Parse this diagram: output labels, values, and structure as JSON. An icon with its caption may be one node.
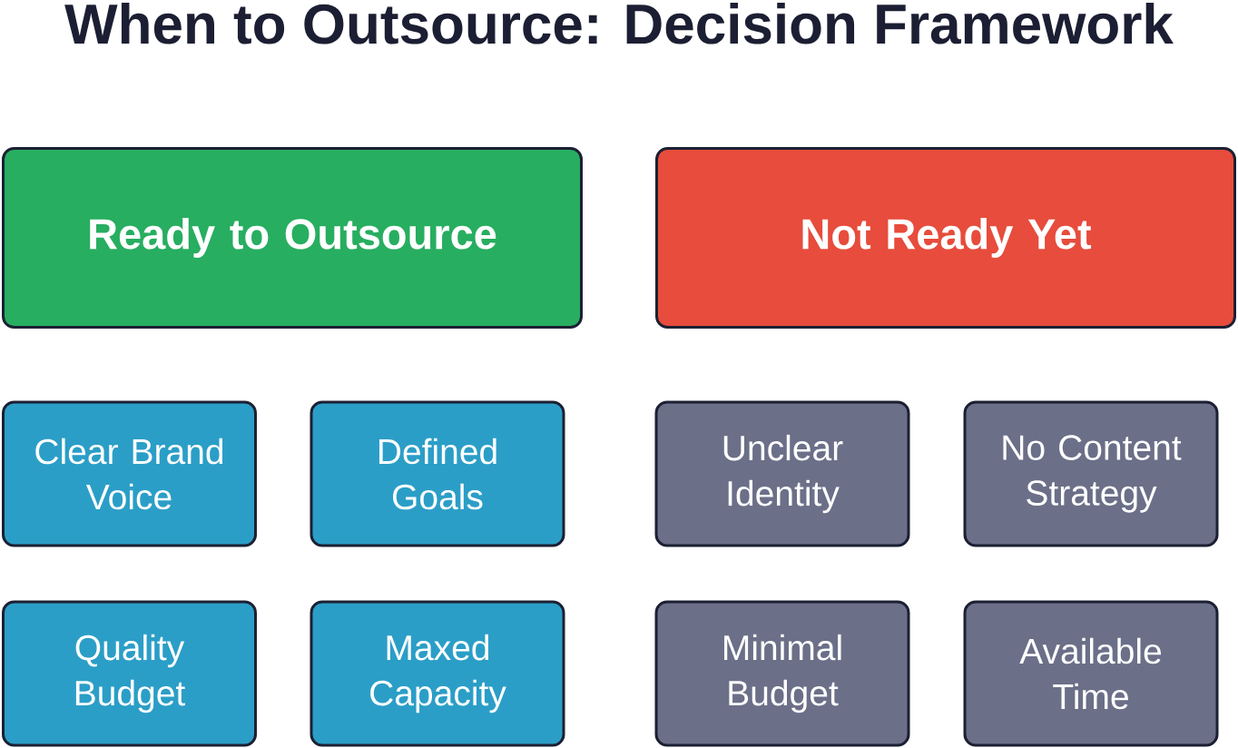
{
  "diagram": {
    "title": "When to Outsource: Decision Framework",
    "nodes": [
      {
        "text": [
          "Ready to Outsource"
        ]
      },
      {
        "text": [
          "Not Ready Yet"
        ]
      },
      {
        "text": [
          "Clear Brand Voice"
        ]
      },
      {
        "text": [
          "Defined Goals"
        ]
      },
      {
        "text": [
          "Unclear Identity"
        ]
      },
      {
        "text": [
          "No Content Strategy"
        ]
      },
      {
        "text": [
          "Quality Budget"
        ]
      },
      {
        "text": [
          "Maxed Capacity"
        ]
      },
      {
        "text": [
          "Minimal Budget"
        ]
      },
      {
        "text": [
          "Available Time"
        ]
      }
    ]
  }
}
